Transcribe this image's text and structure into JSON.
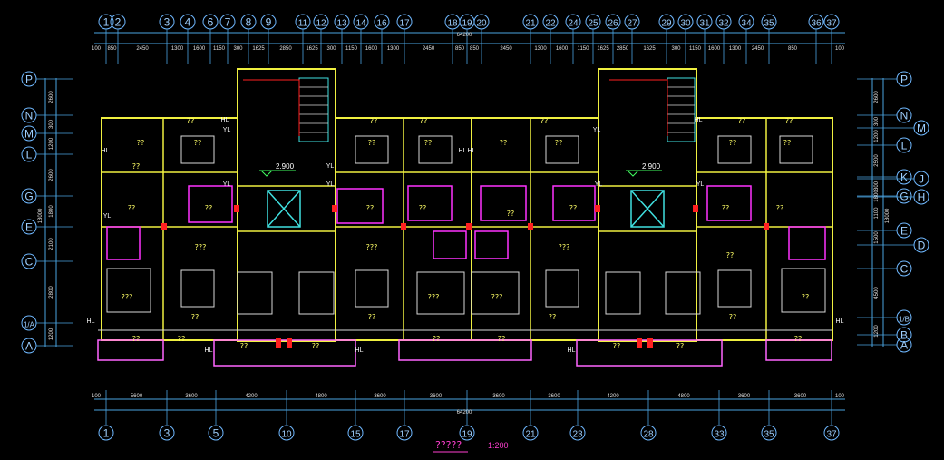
{
  "top_axes": [
    "1",
    "2",
    "3",
    "4",
    "6",
    "7",
    "8",
    "9",
    "11",
    "12",
    "13",
    "14",
    "16",
    "17",
    "18",
    "19",
    "20",
    "21",
    "22",
    "24",
    "25",
    "26",
    "27",
    "29",
    "30",
    "31",
    "32",
    "34",
    "35",
    "36",
    "37"
  ],
  "top_dims": [
    "100",
    "850",
    "2450",
    "1300",
    "1600",
    "1150",
    "300",
    "1625",
    "2850",
    "1625",
    "300",
    "1150",
    "1600",
    "1300",
    "2450",
    "850",
    "850",
    "2450",
    "1300",
    "1600",
    "1150",
    "1625",
    "2850",
    "1625",
    "300",
    "1150",
    "1600",
    "1300",
    "2450",
    "850",
    "100"
  ],
  "top_total": "64200",
  "bottom_axes": [
    "1",
    "3",
    "5",
    "10",
    "15",
    "17",
    "19",
    "21",
    "23",
    "28",
    "33",
    "35",
    "37"
  ],
  "bottom_dims": [
    "100",
    "5600",
    "3600",
    "4200",
    "4800",
    "3600",
    "3600",
    "3600",
    "3600",
    "4200",
    "4800",
    "3600",
    "3600",
    "100"
  ],
  "bottom_total": "64200",
  "left_axes": [
    "P",
    "N",
    "M",
    "L",
    "G",
    "E",
    "C",
    "1/A",
    "A"
  ],
  "left_dims": [
    "2600",
    "300",
    "1200",
    "2600",
    "1800",
    "2100",
    "2800",
    "1200"
  ],
  "left_total": "18000",
  "right_axes": [
    "P",
    "N",
    "M",
    "L",
    "K",
    "J",
    "G",
    "H",
    "E",
    "D",
    "C",
    "1/B",
    "B",
    "A"
  ],
  "right_dims": [
    "2600",
    "300",
    "1200",
    "2500",
    "300",
    "1800",
    "1100",
    "1500",
    "4500",
    "1200"
  ],
  "right_total": "18000",
  "elevations": [
    "2.900",
    "2.900"
  ],
  "room_labels": [
    "??",
    "??",
    "??",
    "??",
    "??",
    "??",
    "??",
    "??",
    "??",
    "??",
    "???",
    "??",
    "??",
    "??",
    "??",
    "??",
    "??",
    "??",
    "??",
    "??",
    "??",
    "??",
    "??",
    "??",
    "??",
    "??",
    "???",
    "??",
    "??",
    "??",
    "???",
    "???",
    "???",
    "???",
    "??",
    "??",
    "??",
    "??",
    "??",
    "??",
    "??",
    "??",
    "??",
    "??"
  ],
  "misc_labels": [
    "HL",
    "HL",
    "HL",
    "HL",
    "HL",
    "HL",
    "HL",
    "HL",
    "HL",
    "HL",
    "YL",
    "YL",
    "YL",
    "YL",
    "YL",
    "YL",
    "YL",
    "YL"
  ],
  "title": "?????",
  "scale": "1:200",
  "colors": {
    "background": "#000000",
    "wall_yellow": "#f0f040",
    "window_cyan": "#40e0e0",
    "door_magenta": "#ff33ff",
    "dimension_line": "#4aa3e0",
    "axis_circle": "#6fb8ff",
    "column_red": "#ff2020",
    "furniture_white": "#d8d8d8",
    "title_magenta": "#ff3fd0"
  }
}
